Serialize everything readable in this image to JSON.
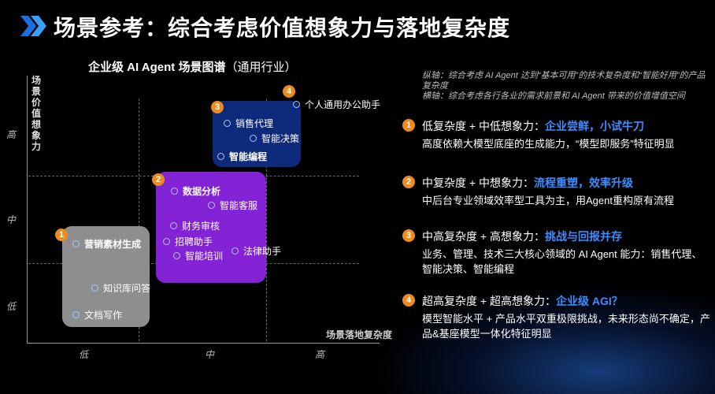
{
  "header": {
    "title": "场景参考：综合考虑价值想象力与落地复杂度"
  },
  "chart": {
    "title": "企业级 AI Agent 场景图谱",
    "title_paren": "（通用行业）",
    "y_label": "场景价值想象力",
    "x_label": "场景落地复杂度",
    "y_ticks": [
      "高",
      "中",
      "低"
    ],
    "x_ticks": [
      "低",
      "中",
      "高"
    ]
  },
  "chart_data": {
    "type": "scatter",
    "title": "企业级 AI Agent 场景图谱（通用行业）",
    "xlabel": "场景落地复杂度",
    "ylabel": "场景价值想象力",
    "x_categories": [
      "低",
      "中",
      "高"
    ],
    "y_categories": [
      "低",
      "中",
      "高"
    ],
    "groups": [
      {
        "badge": "1",
        "points": [
          "营销素材生成",
          "知识库问答",
          "文档写作"
        ]
      },
      {
        "badge": "2",
        "points": [
          "数据分析",
          "智能客服",
          "财务审核",
          "招聘助手",
          "智能培训",
          "法律助手"
        ]
      },
      {
        "badge": "3",
        "points": [
          "销售代理",
          "智能决策",
          "智能编程"
        ]
      },
      {
        "badge": "4",
        "points": [
          "个人通用办公助手"
        ]
      }
    ]
  },
  "groups": {
    "g1": {
      "badge": "1",
      "items": {
        "a": "营销素材生成",
        "b": "知识库问答",
        "c": "文档写作"
      }
    },
    "g2": {
      "badge": "2",
      "items": {
        "a": "数据分析",
        "b": "智能客服",
        "c": "财务审核",
        "d": "招聘助手",
        "e": "智能培训",
        "f": "法律助手"
      }
    },
    "g3": {
      "badge": "3",
      "items": {
        "a": "销售代理",
        "b": "智能决策",
        "c": "智能编程"
      }
    },
    "g4": {
      "badge": "4",
      "items": {
        "a": "个人通用办公助手"
      }
    }
  },
  "notes": {
    "line1": "纵轴：综合考虑 AI Agent 达到“基本可用”的技术复杂度和“智能好用”的产品复杂度",
    "line2": "横轴：综合考虑各行各业的需求前景和 AI Agent 带来的价值增值空间"
  },
  "sections": [
    {
      "badge": "1",
      "head": "低复杂度 + 中低想象力：",
      "highlight": "企业尝鲜，小试牛刀",
      "body": "高度依赖大模型底座的生成能力，“模型即服务”特征明显"
    },
    {
      "badge": "2",
      "head": "中复杂度 + 中想象力：",
      "highlight": "流程重塑，效率升级",
      "body": "中后台专业领域效率型工具为主，用Agent重构原有流程"
    },
    {
      "badge": "3",
      "head": "中高复杂度 + 高想象力：",
      "highlight": "挑战与回报并存",
      "body": "业务、管理、技术三大核心领域的 AI Agent 能力：销售代理、智能决策、智能编程"
    },
    {
      "badge": "4",
      "head": "超高复杂度 + 超高想象力：",
      "highlight": "企业级 AGI？",
      "body": "模型智能水平 + 产品水平双重极限挑战，未来形态尚不确定，产品&基座模型一体化特征明显"
    }
  ],
  "colors": {
    "accent_blue": "#3f8cff",
    "badge_orange": "#ef8a1e",
    "box_gray": "#8e8e8e",
    "box_purple": "#8423d6",
    "box_navy": "#0e2a7a"
  }
}
